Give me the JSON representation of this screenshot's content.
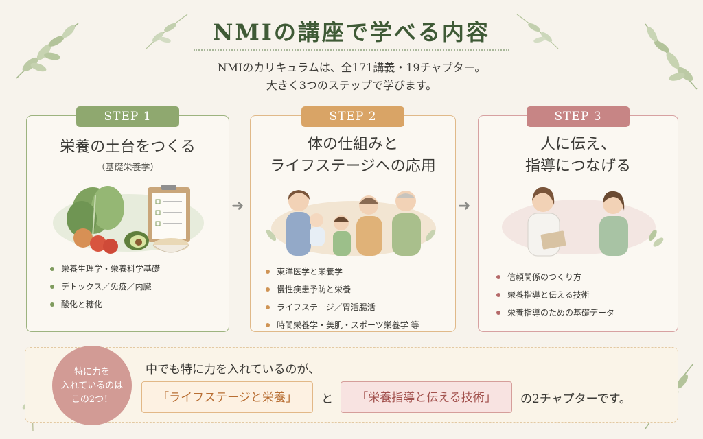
{
  "title": "NMIの講座で学べる内容",
  "intro": {
    "line1": "NMIのカリキュラムは、全171講義・19チャプター。",
    "line2": "大きく3つのステップで学びます。"
  },
  "steps": [
    {
      "badge": "STEP 1",
      "title_line1": "栄養の土台をつくる",
      "subtitle": "（基礎栄養学）",
      "items": [
        "栄養生理学・栄養科学基礎",
        "デトックス／免疫／内臓",
        "酸化と糖化"
      ]
    },
    {
      "badge": "STEP 2",
      "title_line1": "体の仕組みと",
      "title_line2": "ライフステージへの応用",
      "items": [
        "東洋医学と栄養学",
        "慢性疾患予防と栄養",
        "ライフステージ／胃活腸活",
        "時間栄養学・美肌・スポーツ栄養学 等"
      ]
    },
    {
      "badge": "STEP 3",
      "title_line1": "人に伝え、",
      "title_line2": "指導につなげる",
      "items": [
        "信頼関係のつくり方",
        "栄養指導と伝える技術",
        "栄養指導のための基礎データ"
      ]
    }
  ],
  "bottom": {
    "circle_line1": "特に力を",
    "circle_line2": "入れているのは",
    "circle_line3": "この2つ！",
    "lead": "中でも特に力を入れているのが、",
    "pill1": "「ライフステージと栄養」",
    "connector": "と",
    "pill2": "「栄養指導と伝える技術」",
    "tail": "の2チャプターです。"
  },
  "colors": {
    "title_green": "#3f5a36",
    "step1": "#8fa86f",
    "step2": "#d9a466",
    "step3": "#c78585",
    "background": "#f7f3ec"
  },
  "icons": [
    "leaf-branch-icon",
    "arrow-right-icon",
    "vegetables-illustration",
    "family-illustration",
    "consultation-illustration",
    "flower-sprig-icon"
  ]
}
